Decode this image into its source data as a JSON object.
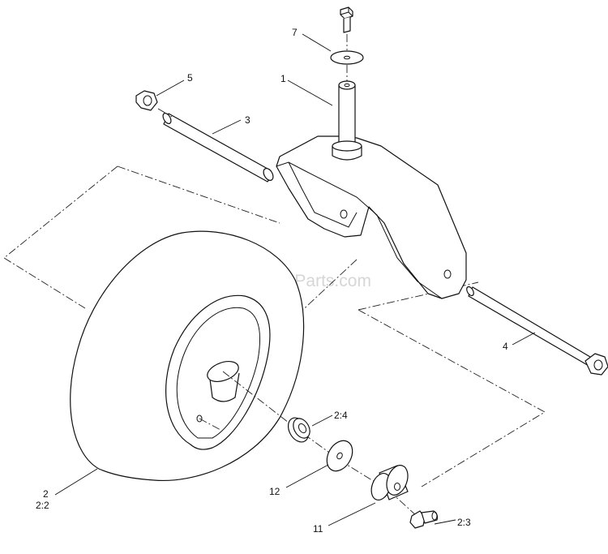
{
  "watermark": "eReplacementParts.com",
  "callouts": {
    "c1": "1",
    "c2": "2",
    "c2_2": "2:2",
    "c2_3": "2:3",
    "c2_4": "2:4",
    "c3": "3",
    "c4": "4",
    "c5": "5",
    "c7": "7",
    "c11": "11",
    "c12": "12"
  },
  "colors": {
    "line": "#111111",
    "watermark": "#d6d6d6",
    "background": "#ffffff"
  }
}
